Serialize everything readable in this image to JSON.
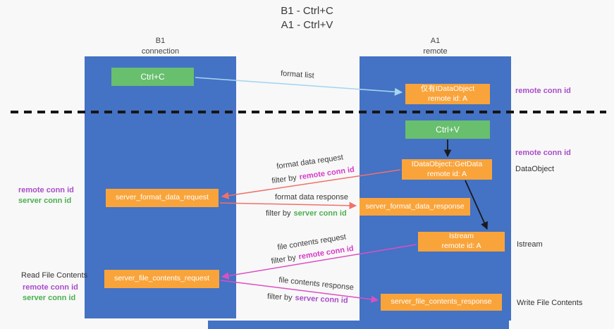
{
  "colors": {
    "lane_blue": "#4472c4",
    "box_orange": "#f9a43b",
    "box_green": "#68bf6e",
    "purple": "#a94dc9",
    "pink": "#d63bc7",
    "green_text": "#4caf50",
    "arrow_blue": "#a5d5ef",
    "arrow_red": "#f0716b",
    "arrow_magenta": "#dc4fc3",
    "arrow_black": "#1a1a1a"
  },
  "title": {
    "line1": "B1 - Ctrl+C",
    "line2": "A1 - Ctrl+V"
  },
  "lanes": {
    "left": {
      "name": "B1",
      "role": "connection"
    },
    "right": {
      "name": "A1",
      "role": "remote"
    }
  },
  "boxes": {
    "ctrl_c": {
      "label": "Ctrl+C"
    },
    "ctrl_v": {
      "label": "Ctrl+V"
    },
    "idataobject": {
      "line1": "仅有IDataObject",
      "line2": "remote id: A"
    },
    "getdata": {
      "line1": "IDataObject::GetData",
      "line2": "remote id: A"
    },
    "istream": {
      "line1": "Istream",
      "line2": "remote id: A"
    },
    "format_request": {
      "label": "server_format_data_request"
    },
    "format_response": {
      "label": "server_format_data_response"
    },
    "file_request": {
      "label": "server_file_contents_request"
    },
    "file_response": {
      "label": "server_file_contents_response"
    }
  },
  "arrow_labels": {
    "format_list": "format list",
    "format_data_request": "format data request",
    "format_data_response": "format data response",
    "file_contents_request": "file contents request",
    "file_contents_response": "file contents response",
    "filter_by": "filter by",
    "remote_conn_id": "remote conn id",
    "server_conn_id": "server conn id"
  },
  "side_labels": {
    "remote_conn_id": "remote conn id",
    "server_conn_id": "server conn id",
    "dataobject": "DataObject",
    "istream": "Istream",
    "read_file_contents": "Read File Contents",
    "write_file_contents": "Write File Contents"
  }
}
